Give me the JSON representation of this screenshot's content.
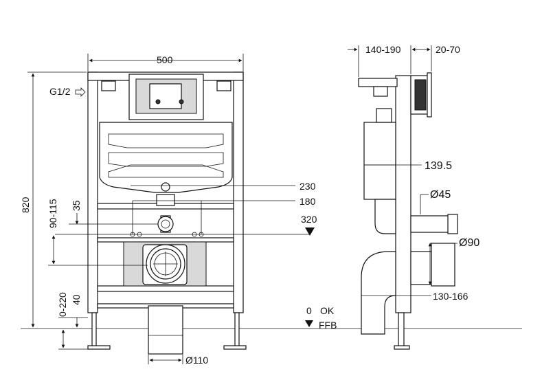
{
  "front_view": {
    "width_label": "500",
    "height_label": "820",
    "inlet_label": "G1/2",
    "depth_230": "230",
    "depth_180": "180",
    "height_320": "320",
    "range_90_115": "90-115",
    "offset_35": "35",
    "range_0_220": "0-220",
    "offset_40": "40",
    "outlet_label": "Ø110"
  },
  "side_view": {
    "depth_range_140_190": "140-190",
    "range_20_70": "20-70",
    "depth_139_5": "139.5",
    "pipe_45": "Ø45",
    "pipe_90": "Ø90",
    "range_130_166": "130-166"
  },
  "floor": {
    "zero_label": "0",
    "ok_label": "OK",
    "ffb_label": "FFB"
  }
}
